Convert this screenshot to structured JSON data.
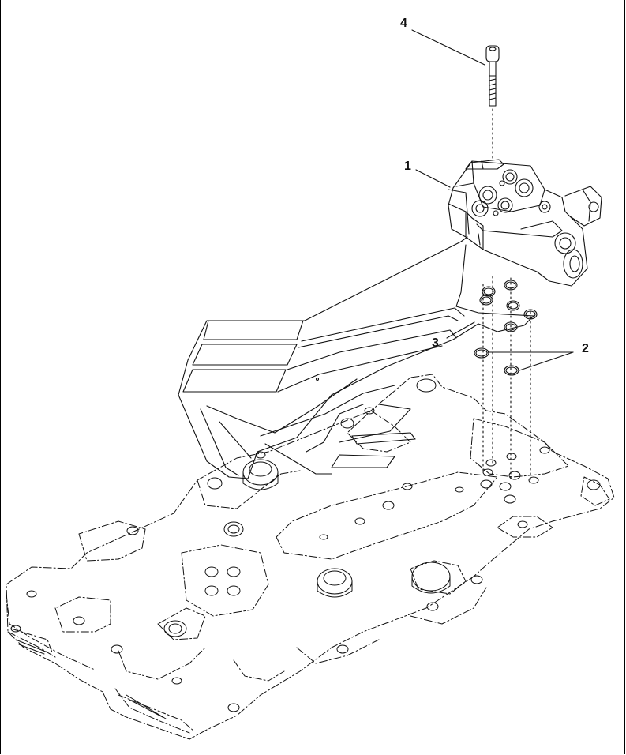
{
  "diagram": {
    "callouts": [
      {
        "id": "4",
        "label": "4"
      },
      {
        "id": "1",
        "label": "1"
      },
      {
        "id": "3",
        "label": "3"
      },
      {
        "id": "2",
        "label": "2"
      }
    ]
  }
}
